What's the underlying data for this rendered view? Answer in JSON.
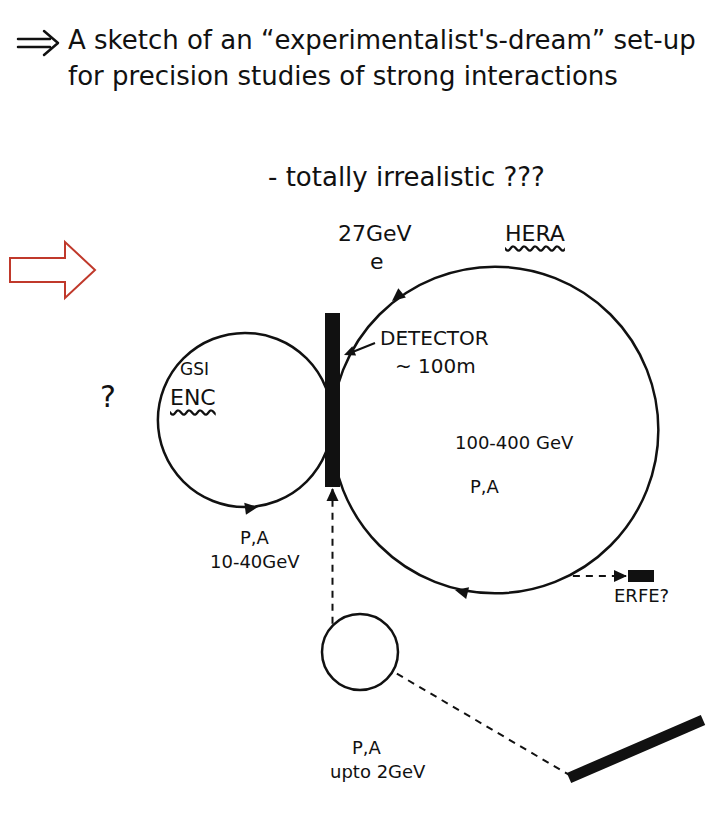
{
  "diagram": {
    "title": "A sketch of an “experimentalist's-dream” set-up for precision studies of strong interactions",
    "nodes": [
      {
        "text": [
          "GSI",
          "ENC",
          "P,A",
          "10-40GeV"
        ]
      },
      {
        "text": [
          "27GeV",
          "e",
          "HERA",
          "100-400 GeV",
          "P,A"
        ]
      },
      {
        "text": [
          "DETECTOR",
          "~ 100m"
        ]
      },
      {
        "text": [
          "ERFE?"
        ]
      },
      {
        "text": [
          "P,A",
          "upto 2GeV"
        ]
      }
    ],
    "edges": [
      {
        "from": 1,
        "to": 3,
        "arrow": "to"
      },
      {
        "from": 4,
        "to": 2,
        "arrow": "to"
      }
    ],
    "labels": [
      "?",
      "- totally irrealistic ???"
    ]
  }
}
